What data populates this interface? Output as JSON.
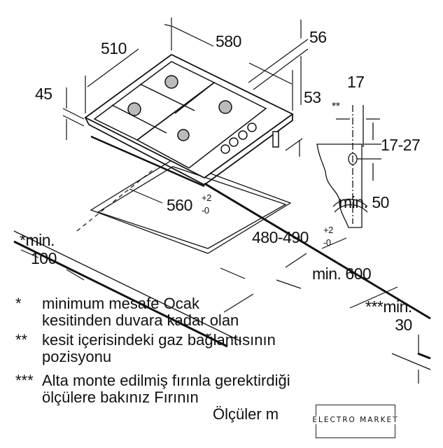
{
  "dimensions": {
    "width_510": "510",
    "depth_580": "580",
    "d_56": "56",
    "d_45": "45",
    "d_53": "53",
    "d_17": "17",
    "d_17_27": "17-27",
    "gas_mark": "**",
    "min_50": "min. 50",
    "cutout_560": "560",
    "cutout_560_tol_plus": "+2",
    "cutout_560_tol_minus": "-0",
    "cutout_480": "480-490",
    "cutout_480_tol_plus": "+2",
    "cutout_480_tol_minus": "-0",
    "min_100_mark": "*",
    "min_100_a": "min.",
    "min_100_b": "100",
    "min_600": "min. 600",
    "min_30_a": "***min.",
    "min_30_b": "30"
  },
  "notes": [
    {
      "mark": "*",
      "lines": [
        "minimum mesafe Ocak",
        "kesitinden duvara kadar olan"
      ]
    },
    {
      "mark": "**",
      "lines": [
        "kesit içerisindeki gaz bağlantısının",
        "pozisyonu"
      ]
    },
    {
      "mark": "***",
      "lines": [
        "Alta monte edilmiş fırınla gerektirdiği",
        "ölçülere bakınız Fırının",
        "Ölçüler m"
      ]
    }
  ],
  "watermark": {
    "brand": "ELECTRO MARKET"
  }
}
